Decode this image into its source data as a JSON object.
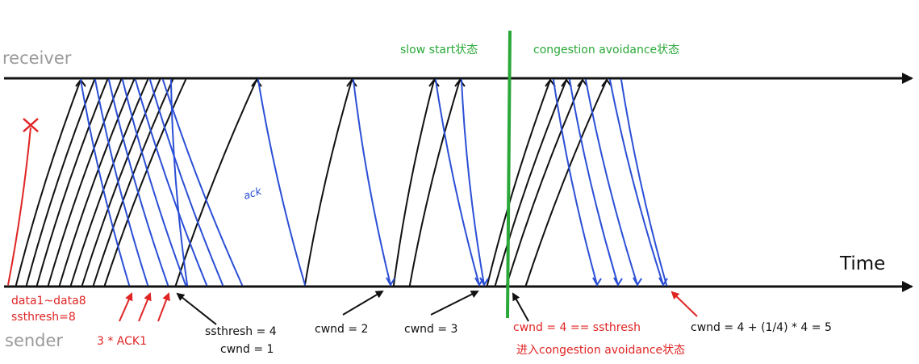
{
  "labels": {
    "receiver": "receiver",
    "sender": "sender",
    "time": "Time",
    "slow_start": "slow start状态",
    "congestion_avoidance": "congestion avoidance状态",
    "ack": "ack",
    "data_range": "data1~data8",
    "ssthresh_init": "ssthresh=8",
    "dup_acks": "3 * ACK1",
    "ssthresh_4": "ssthresh = 4",
    "cwnd_1": "cwnd = 1",
    "cwnd_2": "cwnd = 2",
    "cwnd_3": "cwnd = 3",
    "cwnd_4": "cwnd = 4 == ssthresh",
    "enter_ca": "进入congestion avoidance状态",
    "cwnd_5": "cwnd = 4 + (1/4) * 4 = 5"
  },
  "colors": {
    "data_line": "#111111",
    "ack_line": "#2b4fd6",
    "lost_packet": "#e02424",
    "state_divider": "#2aa838",
    "label_gray": "#9a9a9a"
  }
}
